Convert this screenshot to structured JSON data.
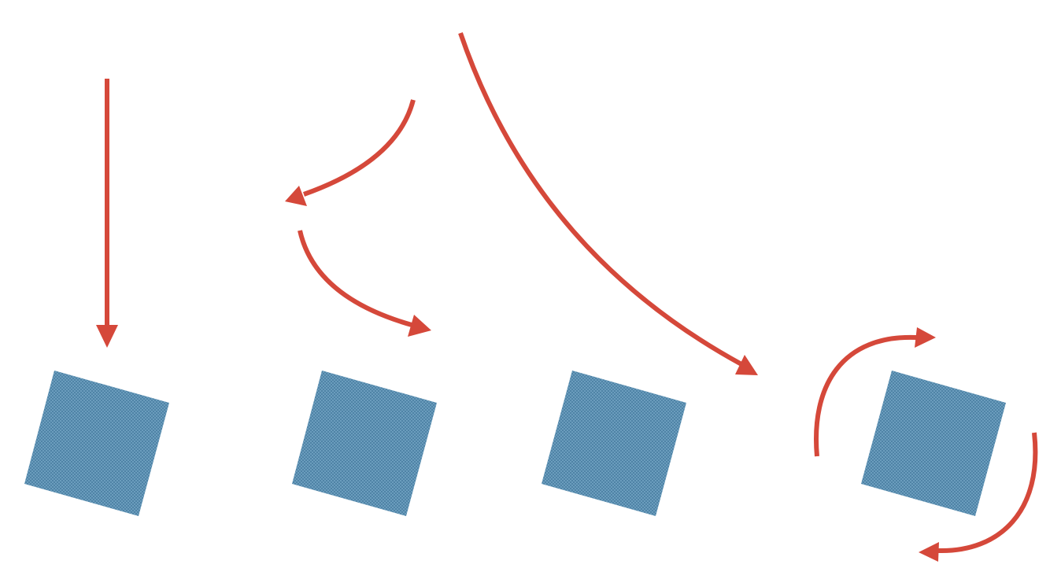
{
  "colors": {
    "background": "#ffffff",
    "arrow": "#d5483a",
    "square_fill": "#6b9dbd",
    "square_texture": "#4f83a6"
  },
  "diagram": {
    "labels": [],
    "panels": [
      {
        "motion": "straight-down-arrow",
        "icon": "down-arrow-icon"
      },
      {
        "motion": "two-curved-arrows-left-then-right",
        "icon": "curved-arrow-icon"
      },
      {
        "motion": "long-curved-arrow-down-right",
        "icon": "curved-arrow-icon"
      },
      {
        "motion": "circular-rotation-arrows",
        "icon": "rotate-arrows-icon"
      }
    ]
  }
}
